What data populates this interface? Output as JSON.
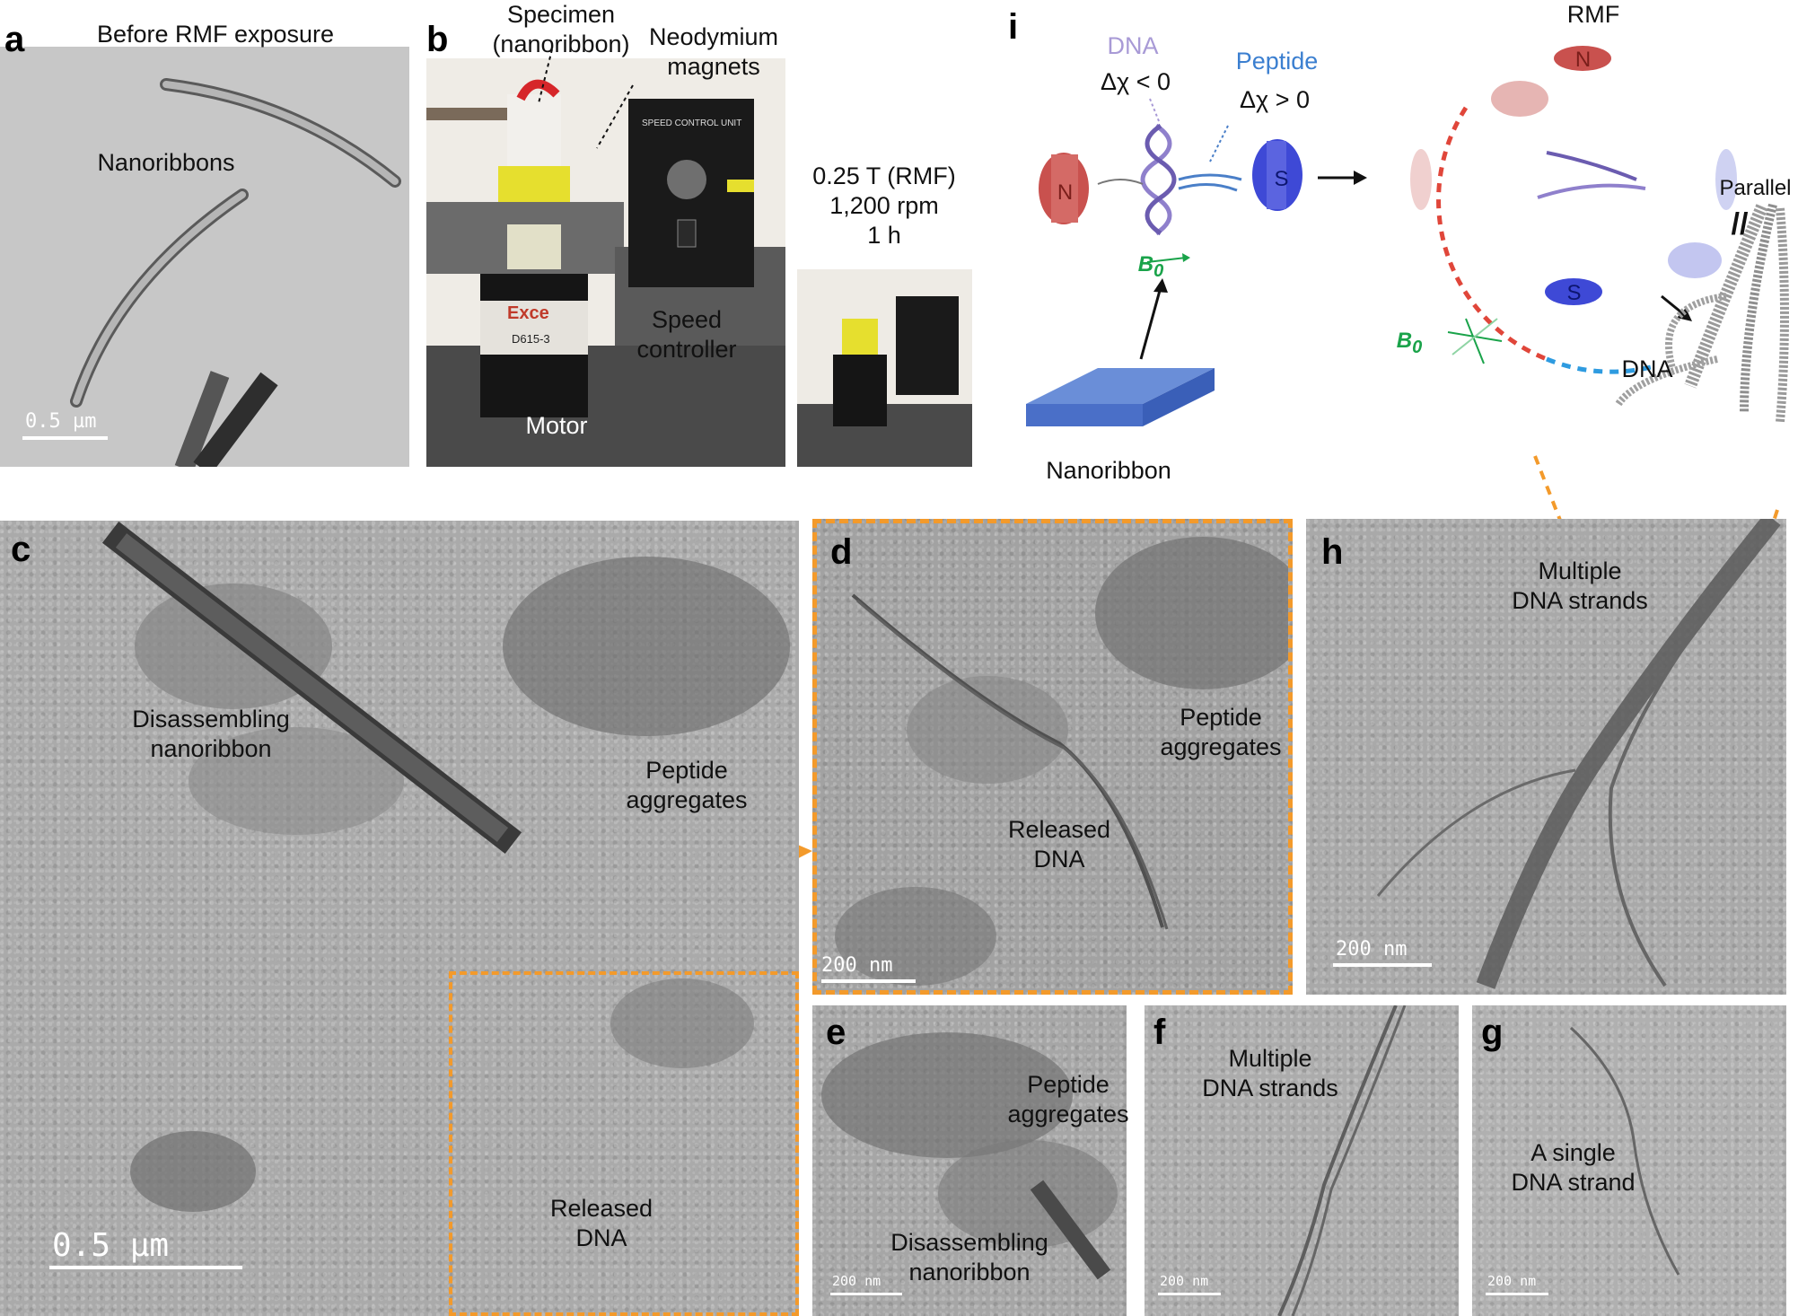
{
  "panels": {
    "a": {
      "letter": "a",
      "title": "Before RMF exposure",
      "label": "Nanoribbons",
      "scale": "0.5 µm"
    },
    "b": {
      "letter": "b",
      "specimen": "Specimen\n(nanoribbon)",
      "magnets": "Neodymium\nmagnets",
      "controller": "Speed\ncontroller",
      "motor": "Motor",
      "conditions": "0.25 T (RMF)\n1,200 rpm\n1 h",
      "device_text": {
        "brand": "Exce",
        "model": "D615-3",
        "unit": "SPEED CONTROL UNIT"
      }
    },
    "c": {
      "letter": "c",
      "label_ribbon": "Disassembling\nnanoribbon",
      "label_peptide": "Peptide\naggregates",
      "label_dna": "Released\nDNA",
      "scale": "0.5 µm"
    },
    "d": {
      "letter": "d",
      "label_peptide": "Peptide\naggregates",
      "label_dna": "Released\nDNA",
      "scale": "200 nm"
    },
    "e": {
      "letter": "e",
      "label_peptide": "Peptide\naggregates",
      "label_ribbon": "Disassembling\nnanoribbon",
      "scale": "200 nm"
    },
    "f": {
      "letter": "f",
      "label": "Multiple\nDNA strands",
      "scale": "200 nm"
    },
    "g": {
      "letter": "g",
      "label": "A single\nDNA strand",
      "scale": "200 nm"
    },
    "h": {
      "letter": "h",
      "label": "Multiple\nDNA strands",
      "scale": "200 nm"
    },
    "i": {
      "letter": "i",
      "dna": "DNA",
      "dna_chi": "Δχ < 0",
      "peptide": "Peptide",
      "peptide_chi": "Δχ > 0",
      "field": "B",
      "field_sub": "0",
      "rmf": "RMF",
      "nanoribbon": "Nanoribbon",
      "dna_out": "DNA",
      "parallel": "Parallel",
      "parallel_mark": "//",
      "pole_n": "N",
      "pole_s": "S"
    }
  },
  "colors": {
    "dna_label": "#a89ad6",
    "peptide_label": "#3b7fd0",
    "field": "#1aa34a",
    "magnet_n": "#c9514e",
    "magnet_s": "#3e49d6",
    "dash_orange": "#f39a2b"
  }
}
